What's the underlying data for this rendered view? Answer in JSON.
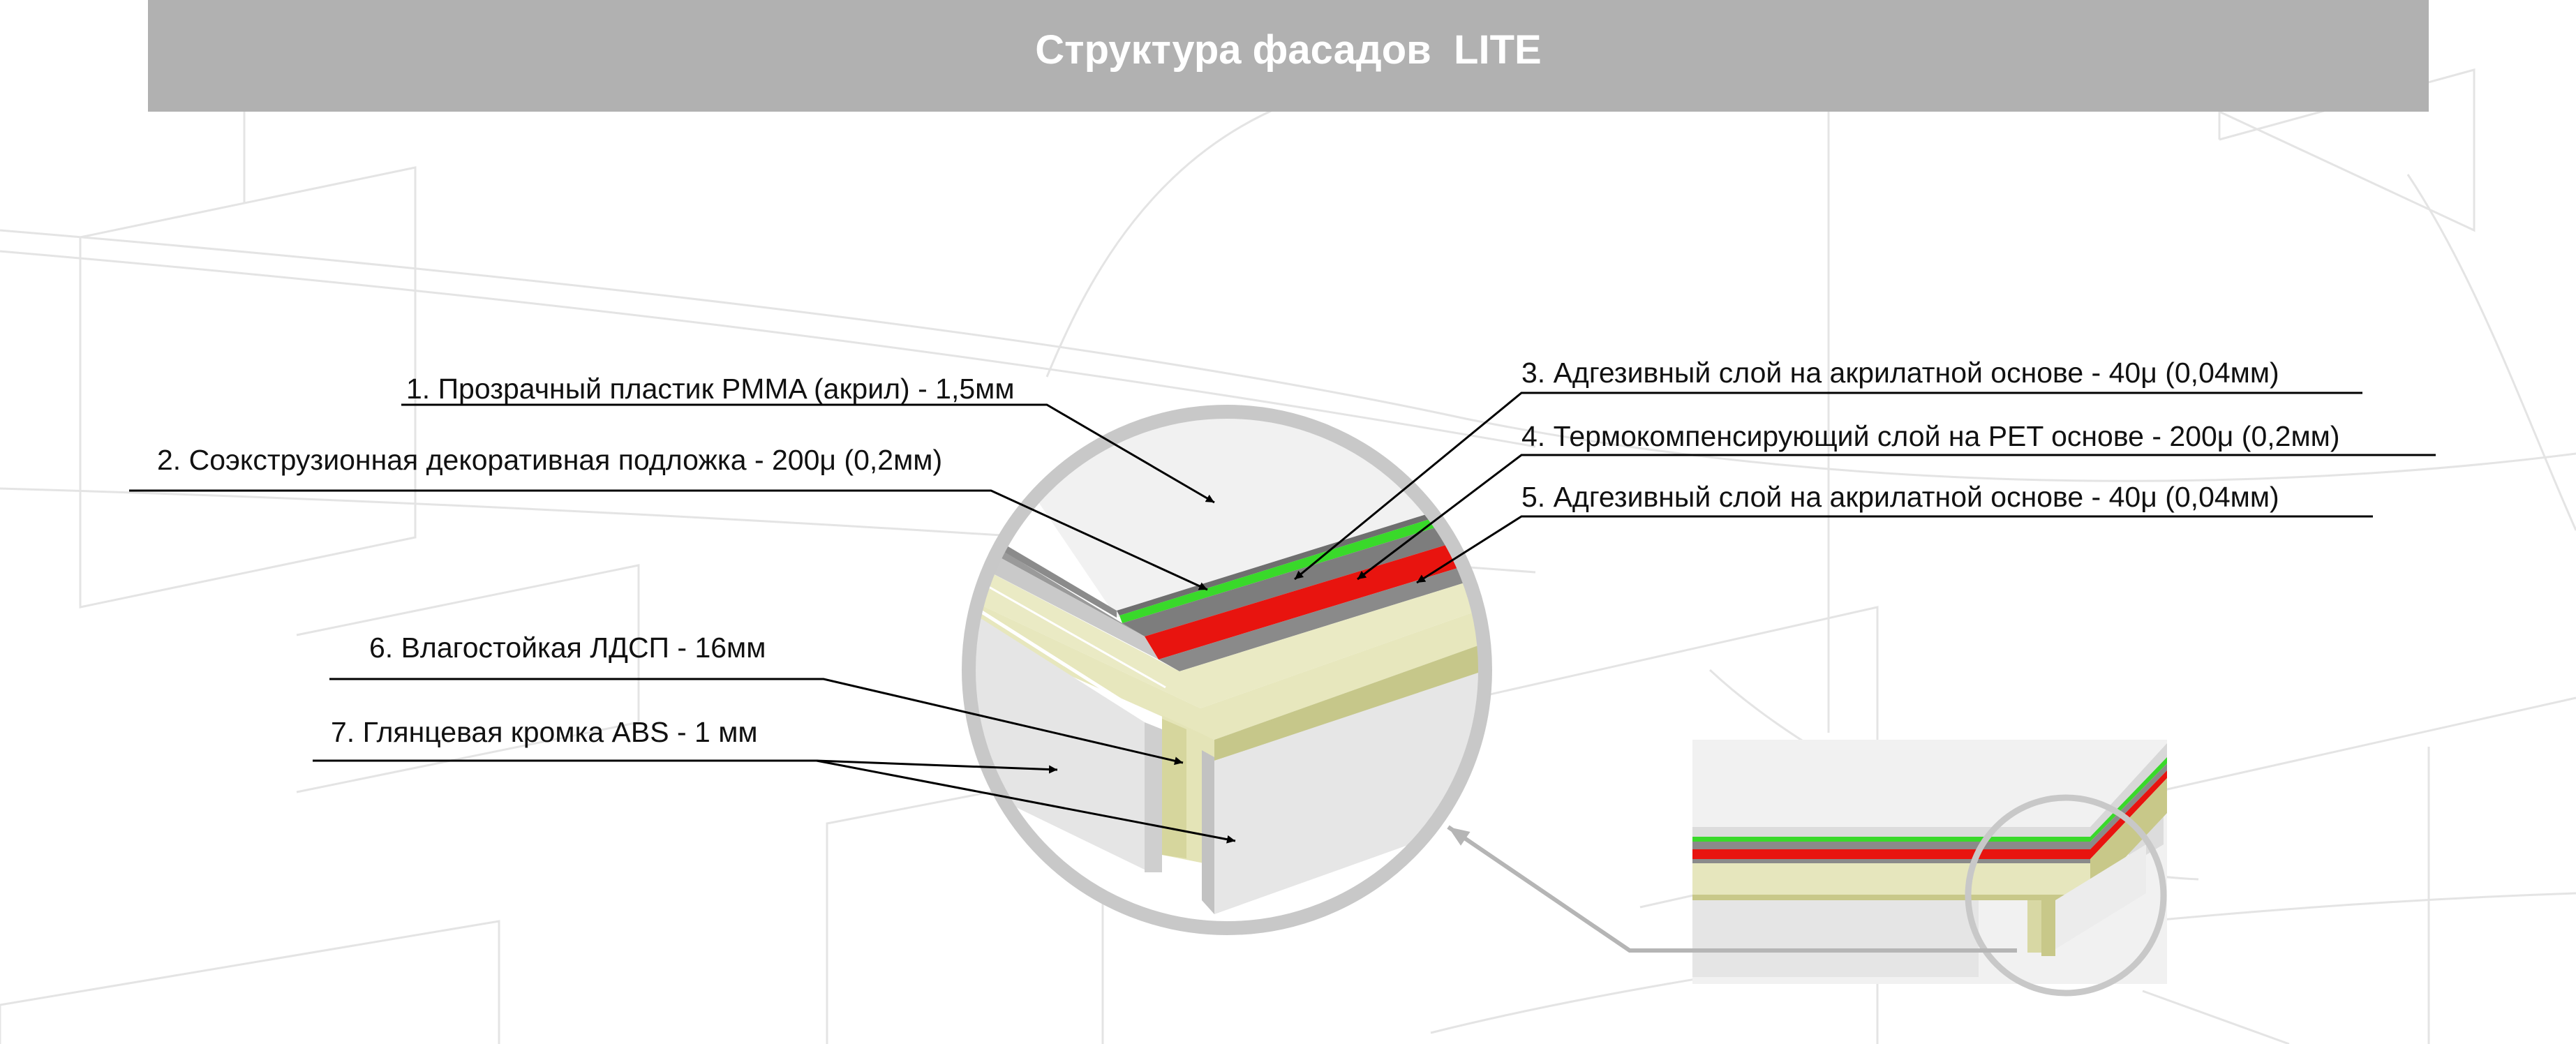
{
  "title": "Структура фасадов  LITE",
  "colors": {
    "title_bar": "#b1b1b1",
    "pmma": "#f2f2f2",
    "green_layer": "#39d92a",
    "gray_layer": "#7f7f7f",
    "red_layer": "#e8140f",
    "board": "#e9e9c3",
    "board_shade": "#c7c88b",
    "edge": "#e6e6e6",
    "magnifier": "#c8c8c8"
  },
  "labels": [
    {
      "id": "1",
      "text": "1. Прозрачный пластик PMMA (акрил) - 1,5мм"
    },
    {
      "id": "2",
      "text": "2. Соэкструзионная декоративная подложка - 200μ (0,2мм)"
    },
    {
      "id": "3",
      "text": "3. Адгезивный слой на акрилатной основе - 40μ (0,04мм)"
    },
    {
      "id": "4",
      "text": "4. Термокомпенсирующий слой на PET основе - 200μ (0,2мм)"
    },
    {
      "id": "5",
      "text": "5. Адгезивный слой на акрилатной основе - 40μ (0,04мм)"
    },
    {
      "id": "6",
      "text": "6. Влагостойкая ЛДСП - 16мм"
    },
    {
      "id": "7",
      "text": "7. Глянцевая кромка ABS - 1 мм"
    }
  ]
}
